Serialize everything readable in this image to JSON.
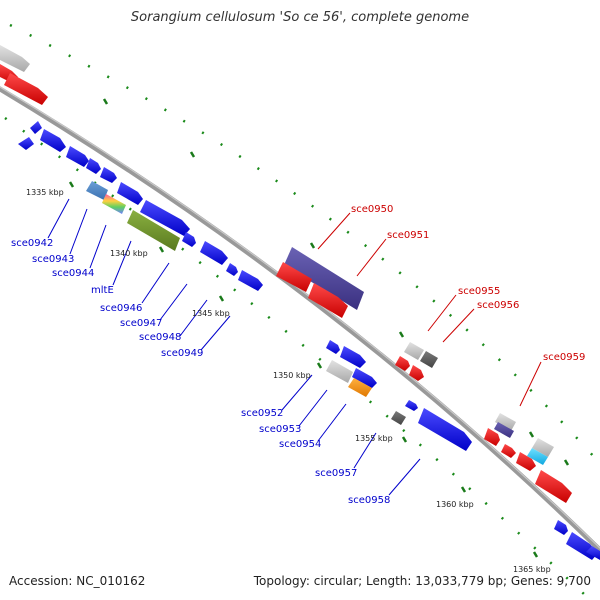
{
  "title": "Sorangium cellulosum 'So ce 56', complete genome",
  "footer": {
    "accession": "Accession: NC_010162",
    "stats": "Topology: circular; Length: 13,033,779 bp; Genes: 9,700"
  },
  "colors": {
    "forward_strand": "#0000ee",
    "reverse_strand": "#ee0000",
    "label_forward": "#0000cc",
    "label_reverse": "#cc0000"
  },
  "tick_labels": [
    "1335 kbp",
    "1340 kbp",
    "1345 kbp",
    "1350 kbp",
    "1355 kbp",
    "1360 kbp",
    "1365 kbp"
  ],
  "gene_labels": {
    "sce0942": "sce0942",
    "sce0943": "sce0943",
    "sce0944": "sce0944",
    "mltE": "mltE",
    "sce0946": "sce0946",
    "sce0947": "sce0947",
    "sce0948": "sce0948",
    "sce0949": "sce0949",
    "sce0950": "sce0950",
    "sce0951": "sce0951",
    "sce0952": "sce0952",
    "sce0953": "sce0953",
    "sce0954": "sce0954",
    "sce0955": "sce0955",
    "sce0956": "sce0956",
    "sce0957": "sce0957",
    "sce0958": "sce0958",
    "sce0959": "sce0959"
  }
}
